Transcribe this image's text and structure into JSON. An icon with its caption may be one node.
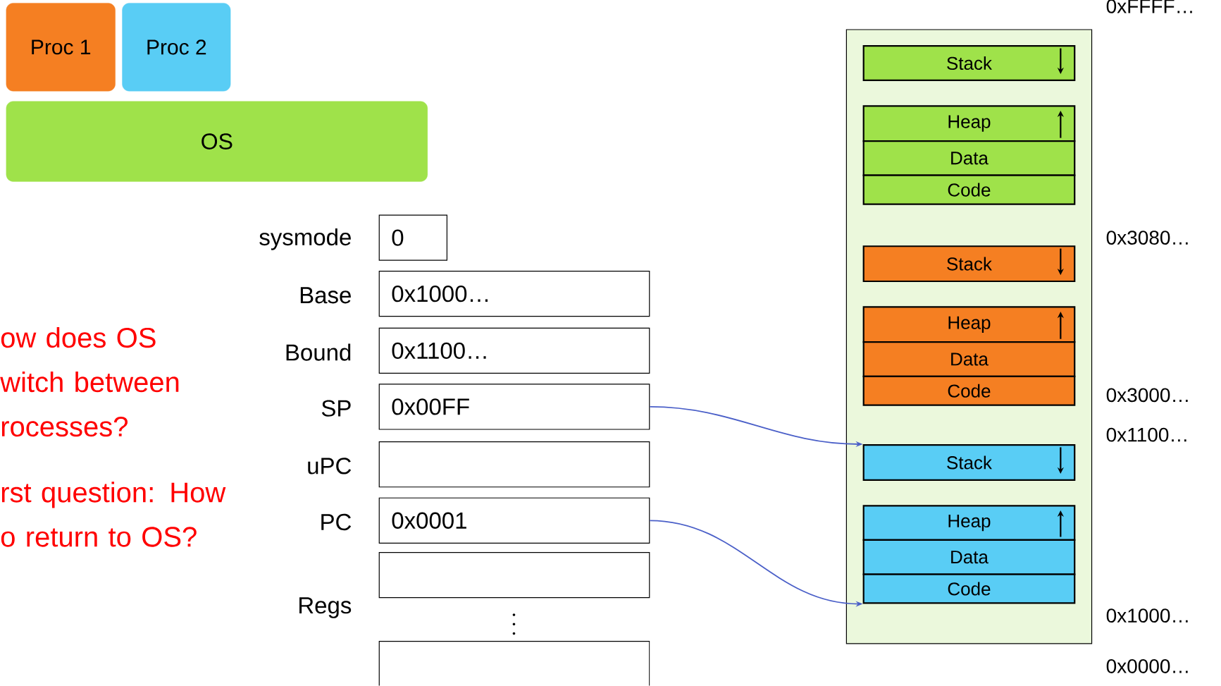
{
  "diagram": {
    "nodes": [
      {
        "text": [
          "Proc 1"
        ]
      },
      {
        "text": [
          "Proc 2"
        ]
      },
      {
        "text": [
          "OS"
        ]
      },
      {
        "text": [
          "0"
        ],
        "beside": [
          "sysmode"
        ]
      },
      {
        "text": [
          "0x1000…"
        ],
        "beside": [
          "Base"
        ]
      },
      {
        "text": [
          "0x1100…"
        ],
        "beside": [
          "Bound"
        ]
      },
      {
        "text": [
          "0x00FF"
        ],
        "beside": [
          "SP"
        ]
      },
      {
        "text": [],
        "shape": "box",
        "beside": [
          "uPC"
        ]
      },
      {
        "text": [
          "0x0001"
        ],
        "beside": [
          "PC"
        ]
      },
      {
        "text": [],
        "shape": "box"
      },
      {
        "text": [],
        "shape": "box"
      },
      {
        "text": [],
        "shape": "box"
      },
      {
        "text": [
          "Stack"
        ],
        "in": 11
      },
      {
        "text": [
          "Heap"
        ],
        "in": 11
      },
      {
        "text": [
          "Data"
        ],
        "in": 11
      },
      {
        "text": [
          "Code"
        ],
        "in": 11
      },
      {
        "text": [
          "Stack"
        ],
        "in": 11
      },
      {
        "text": [
          "Heap"
        ],
        "in": 11
      },
      {
        "text": [
          "Data"
        ],
        "in": 11
      },
      {
        "text": [
          "Code"
        ],
        "in": 11
      },
      {
        "text": [
          "Stack"
        ],
        "in": 11
      },
      {
        "text": [
          "Heap"
        ],
        "in": 11
      },
      {
        "text": [
          "Data"
        ],
        "in": 11
      },
      {
        "text": [
          "Code"
        ],
        "in": 11
      }
    ],
    "edges": [
      {
        "from": 6,
        "to": 20,
        "arrow": "to"
      },
      {
        "from": 8,
        "to": 23,
        "arrow": "to"
      }
    ],
    "labels": [
      "0xFFFF…",
      "0x3080…",
      "ow does OS witch between rocesses?",
      "rst question: How o return to OS?",
      "0x3000…",
      "0x1100…",
      "Regs",
      "0x1000…",
      "0x0000…"
    ]
  }
}
